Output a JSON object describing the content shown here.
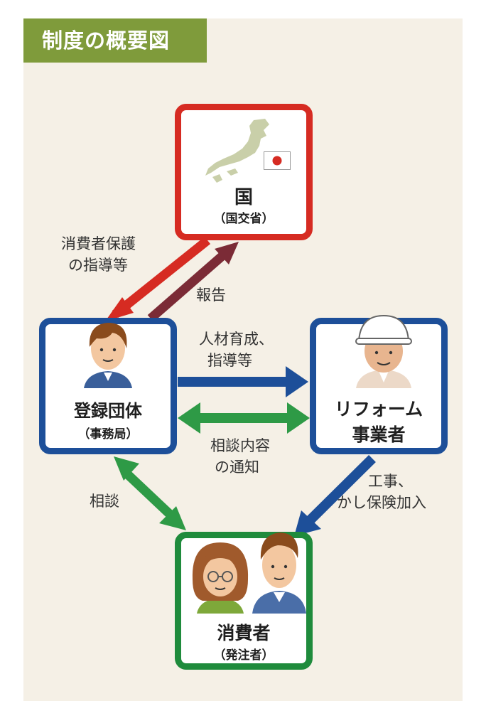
{
  "title": "制度の概要図",
  "nodes": {
    "country": {
      "name": "国",
      "sub": "（国交省）",
      "color": "#d62b22"
    },
    "registry": {
      "name": "登録団体",
      "sub": "（事務局）",
      "color": "#1d4f99"
    },
    "reformer": {
      "name_line1": "リフォーム",
      "name_line2": "事業者",
      "color": "#1d4f99"
    },
    "consumer": {
      "name": "消費者",
      "sub": "（発注者）",
      "color": "#1f8b3c"
    }
  },
  "edges": {
    "consumer_protection": {
      "line1": "消費者保護",
      "line2": "の指導等",
      "color": "#d62b22"
    },
    "report": {
      "text": "報告",
      "color": "#7b2b36"
    },
    "training": {
      "line1": "人材育成、",
      "line2": "指導等",
      "color": "#1d4f99"
    },
    "consultation_notice": {
      "line1": "相談内容",
      "line2": "の通知",
      "color": "#2e9a46"
    },
    "construction": {
      "line1": "工事、",
      "line2": "かし保険加入",
      "color": "#1d4f99"
    },
    "consultation": {
      "text": "相談",
      "color": "#2e9a46"
    }
  }
}
